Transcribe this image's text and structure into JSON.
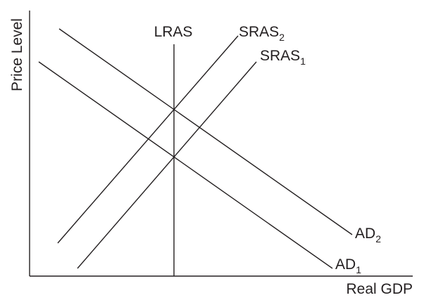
{
  "axes": {
    "y_label": "Price Level",
    "x_label": "Real GDP"
  },
  "curves": {
    "lras": {
      "label": "LRAS"
    },
    "sras2": {
      "label": "SRAS",
      "subscript": "2"
    },
    "sras1": {
      "label": "SRAS",
      "subscript": "1"
    },
    "ad2": {
      "label": "AD",
      "subscript": "2"
    },
    "ad1": {
      "label": "AD",
      "subscript": "1"
    }
  },
  "colors": {
    "ink": "#231f20",
    "background": "#ffffff"
  }
}
